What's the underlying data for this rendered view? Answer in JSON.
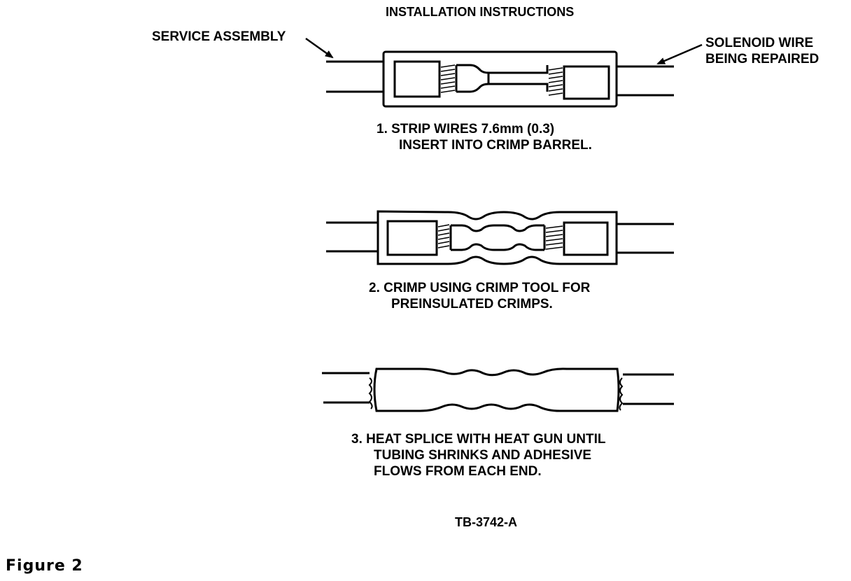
{
  "title": "INSTALLATION INSTRUCTIONS",
  "labels": {
    "service_assembly": "SERVICE ASSEMBLY",
    "solenoid_wire_line1": "SOLENOID WIRE",
    "solenoid_wire_line2": "BEING REPAIRED"
  },
  "steps": [
    {
      "lines": [
        "1.  STRIP WIRES 7.6mm (0.3)",
        "INSERT INTO CRIMP BARREL."
      ]
    },
    {
      "lines": [
        "2.  CRIMP USING CRIMP TOOL FOR",
        "PREINSULATED CRIMPS."
      ]
    },
    {
      "lines": [
        "3.  HEAT SPLICE WITH HEAT GUN UNTIL",
        "TUBING SHRINKS AND ADHESIVE",
        "FLOWS FROM EACH END."
      ]
    }
  ],
  "drawing_number": "TB-3742-A",
  "figure_caption": "Figure 2"
}
